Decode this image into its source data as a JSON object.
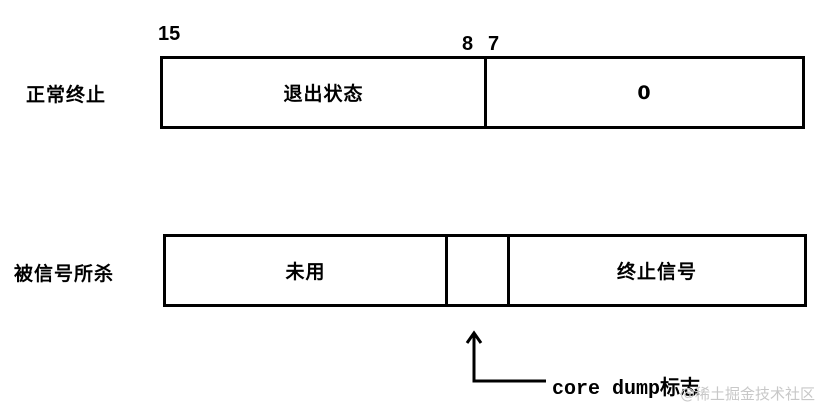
{
  "normal_exit": {
    "label": "正常终止",
    "bit_high": "15",
    "bit_mid_left": "8",
    "bit_mid_right": "7",
    "fields": {
      "exit_status": "退出状态",
      "zero": "0"
    }
  },
  "killed_by_signal": {
    "label": "被信号所杀",
    "fields": {
      "unused": "未用",
      "core_flag": "",
      "term_signal": "终止信号"
    }
  },
  "annotation": {
    "core_dump_label": "core dump标志"
  },
  "watermark": "@稀土掘金技术社区"
}
